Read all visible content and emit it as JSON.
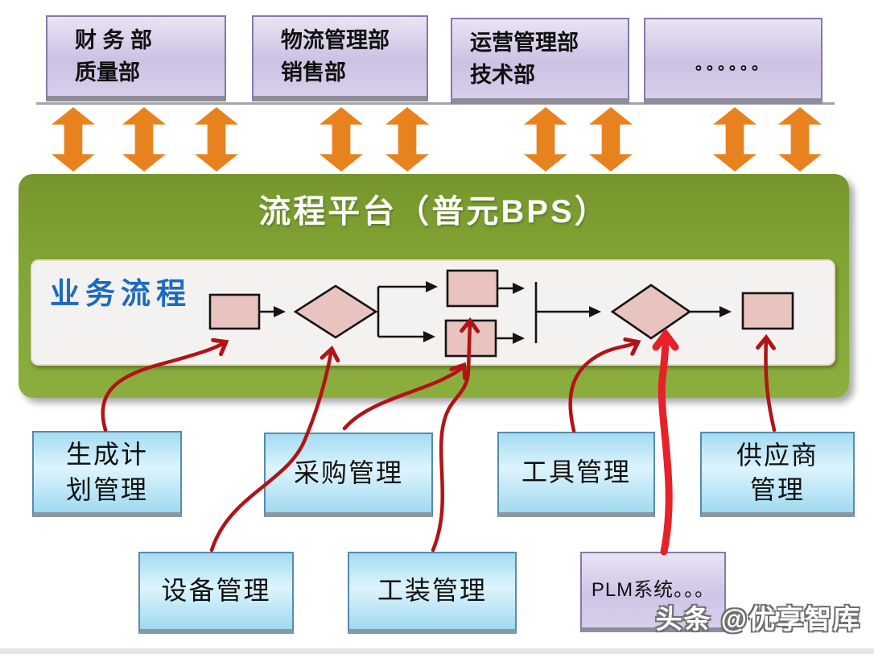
{
  "departments": [
    {
      "label": "财 务 部\n质量部"
    },
    {
      "label": "物流管理部\n销售部"
    },
    {
      "label": "运营管理部\n技术部"
    },
    {
      "label": "。。。。。。"
    }
  ],
  "platform": {
    "title": "流程平台（普元BPS）",
    "lane_label": "业务流程"
  },
  "modules": {
    "plan": "生成计\n划管理",
    "procurement": "采购管理",
    "tool": "工具管理",
    "supplier": "供应商\n管理",
    "equipment": "设备管理",
    "tooling": "工装管理",
    "plm": "PLM系统。。。"
  },
  "watermark": "头条 @优享智库",
  "colors": {
    "accent_orange": "#e8821e",
    "platform_green": "#82a636",
    "flow_shape_pink": "#e9c4be",
    "module_cyan": "#bfe9f7",
    "box_purple": "#cfc4e6",
    "arrow_red": "#b21316",
    "plm_arrow_red": "#e8202a",
    "process_label_blue": "#1c6bc0"
  }
}
